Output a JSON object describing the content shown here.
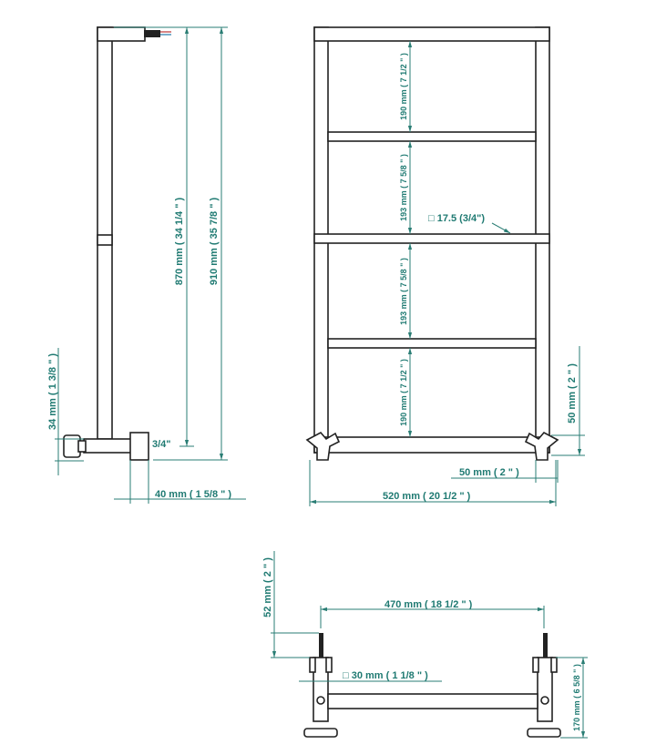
{
  "side_view": {
    "height_inner": "870 mm ( 34 1/4 \" )",
    "height_total": "910 mm ( 35 7/8 \" )",
    "valve_offset": "34 mm ( 1 3/8 \" )",
    "connection": "3/4\"",
    "depth": "40 mm ( 1 5/8 \" )"
  },
  "front_view": {
    "spacing_1": "190 mm ( 7 1/2 \" )",
    "spacing_2": "193 mm ( 7 5/8 \" )",
    "spacing_3": "193 mm ( 7 5/8 \" )",
    "spacing_4": "190 mm ( 7 1/2 \" )",
    "bar_size": "□ 17.5 (3/4\")",
    "foot_height": "50 mm ( 2 \" )",
    "foot_width": "50 mm ( 2 \" )",
    "width": "520 mm ( 20 1/2 \" )"
  },
  "bottom_view": {
    "pin_length": "52 mm ( 2 \" )",
    "center_distance": "470 mm ( 18 1/2 \" )",
    "post_size": "□ 30 mm ( 1 1/8 \" )",
    "base_height": "170 mm ( 6 5/8 \" )"
  }
}
